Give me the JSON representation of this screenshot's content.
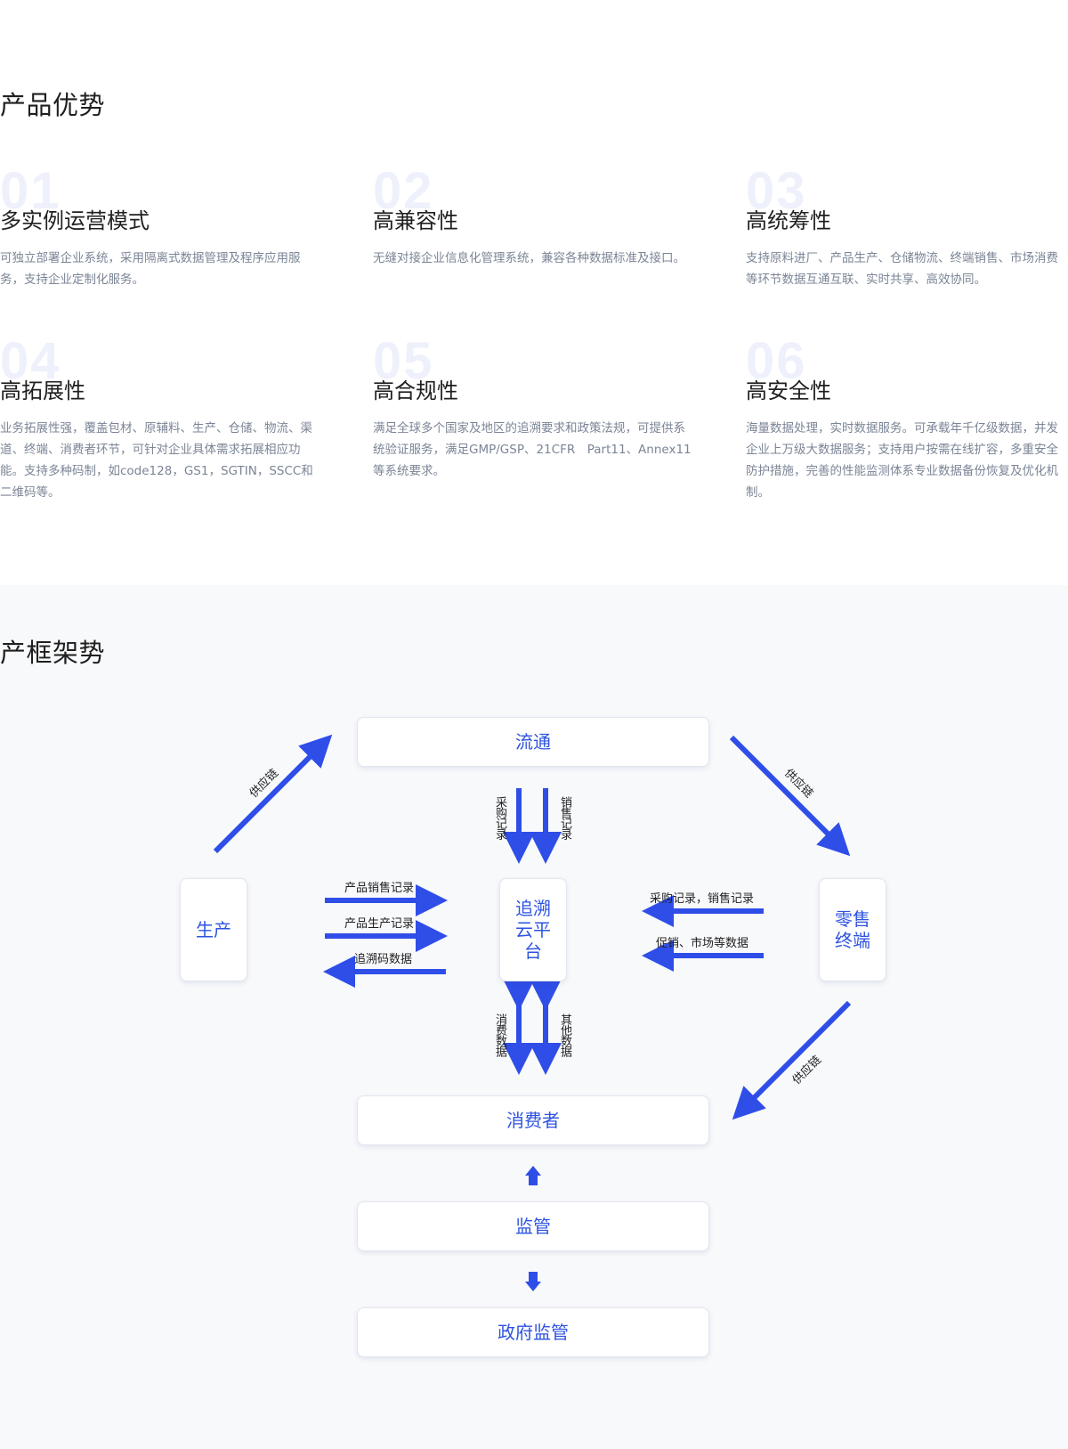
{
  "advantages": {
    "title": "产品优势",
    "items": [
      {
        "num": "01",
        "title": "多实例运营模式",
        "desc": "可独立部署企业系统，采用隔离式数据管理及程序应用服务，支持企业定制化服务。"
      },
      {
        "num": "02",
        "title": "高兼容性",
        "desc": "无缝对接企业信息化管理系统，兼容各种数据标准及接口。"
      },
      {
        "num": "03",
        "title": "高统筹性",
        "desc": "支持原料进厂、产品生产、仓储物流、终端销售、市场消费等环节数据互通互联、实时共享、高效协同。"
      },
      {
        "num": "04",
        "title": "高拓展性",
        "desc": "业务拓展性强，覆盖包材、原辅料、生产、仓储、物流、渠道、终端、消费者环节，可针对企业具体需求拓展相应功能。支持多种码制，如code128，GS1，SGTIN，SSCC和二维码等。"
      },
      {
        "num": "05",
        "title": "高合规性",
        "desc": "满足全球多个国家及地区的追溯要求和政策法规，可提供系统验证服务，满足GMP/GSP、21CFR　Part11、Annex11等系统要求。"
      },
      {
        "num": "06",
        "title": "高安全性",
        "desc": "海量数据处理，实时数据服务。可承载年千亿级数据，并发企业上万级大数据服务；支持用户按需在线扩容，多重安全防护措施，完善的性能监测体系专业数据备份恢复及优化机制。"
      }
    ]
  },
  "architecture": {
    "title": "产框架势",
    "nodes": {
      "circulation": "流通",
      "production": "生产",
      "platform": "追溯云平台",
      "retail": "零售终端",
      "consumer": "消费者",
      "supervision": "监管",
      "government": "政府监管"
    },
    "labels": {
      "supply_chain": "供应链",
      "purchase_record": "采购记录",
      "sales_record": "销售记录",
      "product_sales_record": "产品销售记录",
      "product_production_record": "产品生产记录",
      "trace_code_data": "追溯码数据",
      "purchase_sales_record": "采购记录，销售记录",
      "promo_market_data": "促销、市场等数据",
      "consumption_data": "消费数据",
      "other_data": "其他数据"
    },
    "accent_color": "#2e53e0",
    "arrow_color": "#2f4ee8"
  }
}
